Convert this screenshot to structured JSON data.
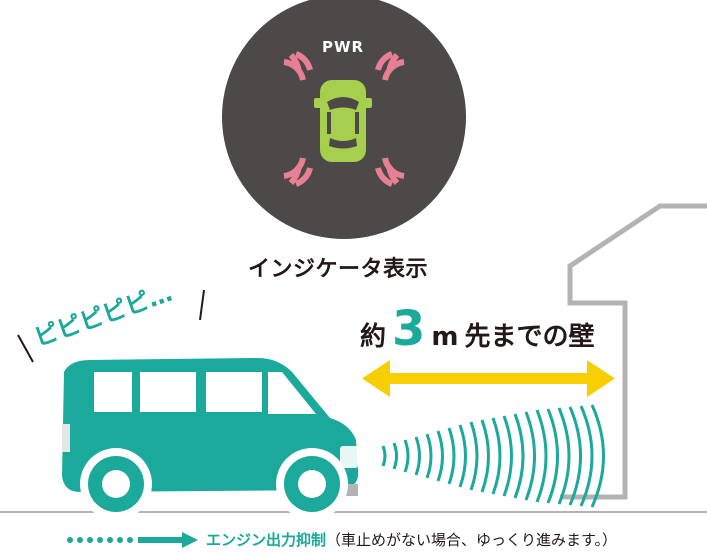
{
  "indicator": {
    "mode_label": "PWR",
    "caption": "インジケータ表示",
    "colors": {
      "disc": "#4d4948",
      "car": "#a5cf4c",
      "waves": "#e87f95"
    }
  },
  "beep": {
    "text": "ピピピピピ…"
  },
  "distance": {
    "prefix": "約",
    "value": "3",
    "unit": "m",
    "suffix": "先までの壁"
  },
  "legend": {
    "main": "エンジン出力抑制",
    "note": "（車止めがない場合、ゆっくり進みます。）"
  },
  "colors": {
    "vehicle": "#1aa99b",
    "arrow": "#f7cf00",
    "wall": "#b3b3b3",
    "sonar": "#1aa99b"
  }
}
